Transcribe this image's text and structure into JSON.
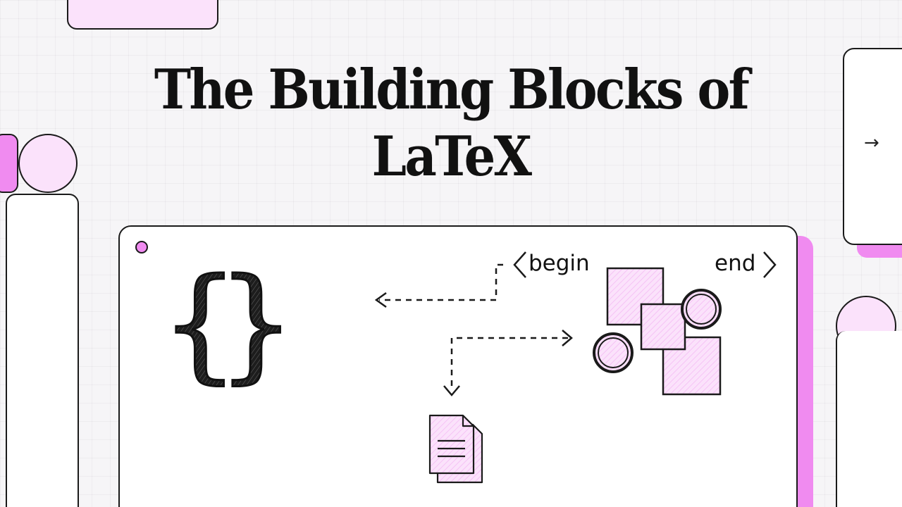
{
  "slide": {
    "title_line1": "The Building Blocks of",
    "title_line2": "LaTeX"
  },
  "diagram": {
    "begin_label": "begin",
    "end_label": "end",
    "braces": "{ }"
  },
  "icons": [
    "curly-braces-icon",
    "documents-icon",
    "shapes-cluster-icon",
    "arrow-right-icon"
  ],
  "colors": {
    "accent_pink": "#f08bf0",
    "pale_pink": "#fbe2fb",
    "ink": "#1a1a1a",
    "background": "#f6f5f7"
  }
}
